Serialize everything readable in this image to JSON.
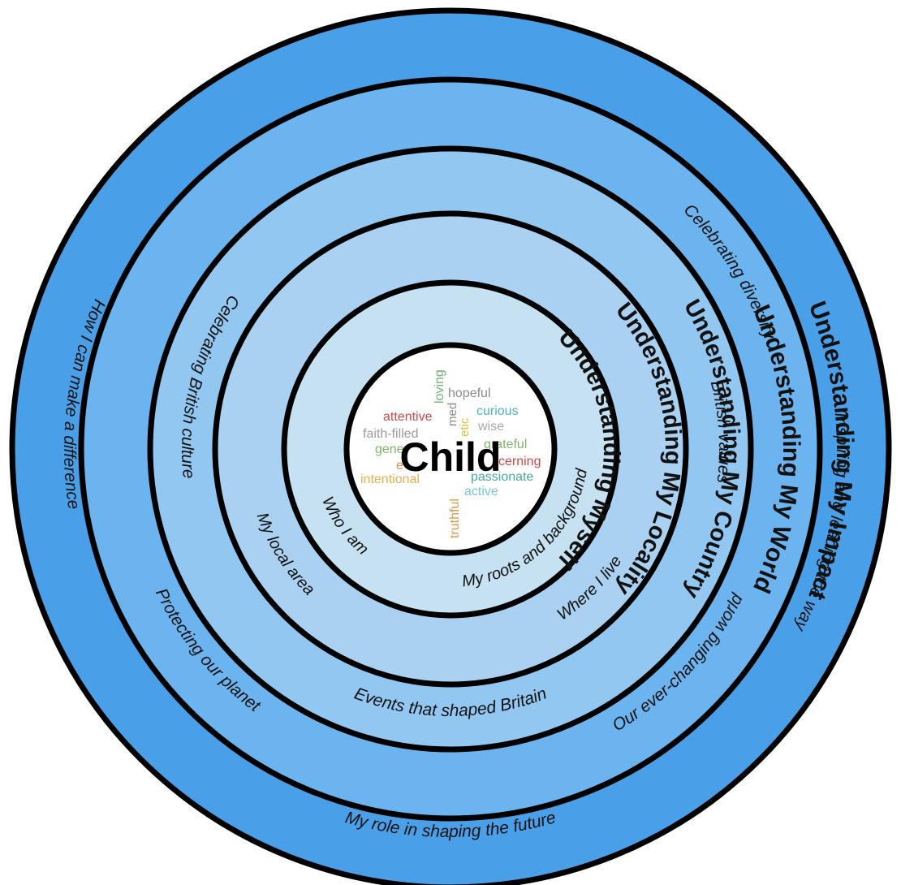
{
  "rings": [
    {
      "title": "Understanding My Impact",
      "fill": "#4aa0e8",
      "notes": [
        "How I can make a difference",
        "Inspiring and leading the way",
        "My role in shaping the future"
      ]
    },
    {
      "title": "Understanding My World",
      "fill": "#6cb4ef",
      "notes": [
        "Celebrating diversity",
        "Protecting our planet",
        "Our ever-changing world"
      ]
    },
    {
      "title": "Understanding My Country",
      "fill": "#92c7f2",
      "notes": [
        "Celebrating British culture",
        "British values",
        "Events that shaped Britain"
      ]
    },
    {
      "title": "Understanding My Locality",
      "fill": "#aad1f1",
      "notes": [
        "My local area",
        "Where I live"
      ]
    },
    {
      "title": "Understanding Myself",
      "fill": "#c6e2f2",
      "notes": [
        "Who I am",
        "My roots and background"
      ]
    }
  ],
  "center": {
    "label": "Child",
    "fill": "#ffffff"
  },
  "word_cloud": [
    {
      "text": "loving",
      "color": "#5aa55a"
    },
    {
      "text": "hopeful",
      "color": "#777777"
    },
    {
      "text": "attentive",
      "color": "#c0282d"
    },
    {
      "text": "med",
      "color": "#777777"
    },
    {
      "text": "etic",
      "color": "#e0b020"
    },
    {
      "text": "curious",
      "color": "#2aa7c8"
    },
    {
      "text": "faith-filled",
      "color": "#8a8a8a"
    },
    {
      "text": "wise",
      "color": "#9a9a9a"
    },
    {
      "text": "gene",
      "color": "#6aa84f"
    },
    {
      "text": "grateful",
      "color": "#6aa84f"
    },
    {
      "text": "e",
      "color": "#e07a2a"
    },
    {
      "text": "cerning",
      "color": "#c0282d"
    },
    {
      "text": "intentional",
      "color": "#e0a030"
    },
    {
      "text": "passionate",
      "color": "#2a9d8f"
    },
    {
      "text": "active",
      "color": "#5fb8e0"
    },
    {
      "text": "truthful",
      "color": "#d08a2a"
    }
  ]
}
